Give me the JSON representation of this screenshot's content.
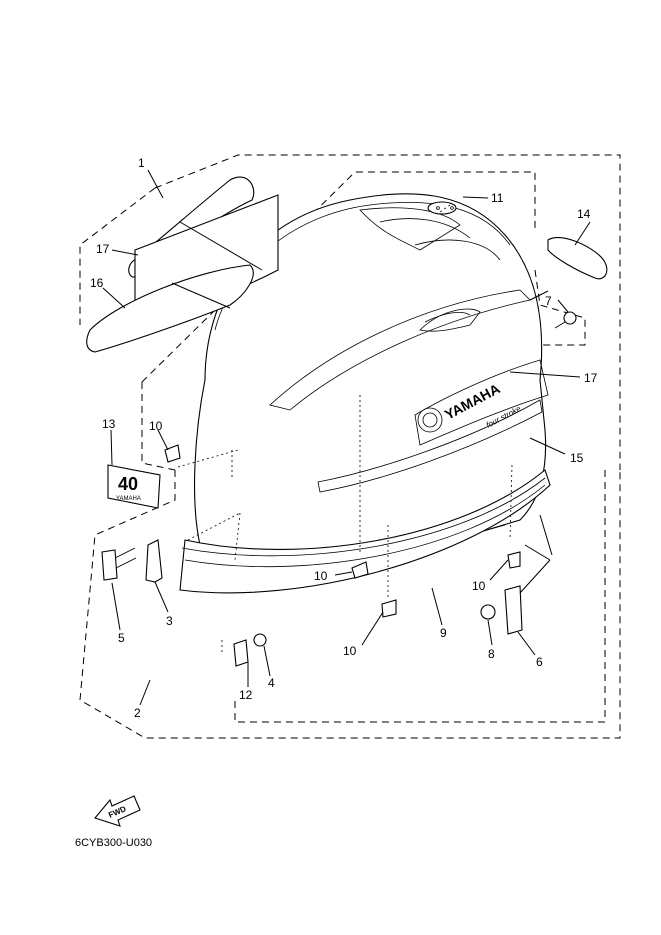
{
  "diagram": {
    "callouts": [
      {
        "id": "c1",
        "label": "1"
      },
      {
        "id": "c2",
        "label": "2"
      },
      {
        "id": "c3",
        "label": "3"
      },
      {
        "id": "c4",
        "label": "4"
      },
      {
        "id": "c5",
        "label": "5"
      },
      {
        "id": "c6",
        "label": "6"
      },
      {
        "id": "c7",
        "label": "7"
      },
      {
        "id": "c8",
        "label": "8"
      },
      {
        "id": "c9",
        "label": "9"
      },
      {
        "id": "c10a",
        "label": "10"
      },
      {
        "id": "c10b",
        "label": "10"
      },
      {
        "id": "c10c",
        "label": "10"
      },
      {
        "id": "c10d",
        "label": "10"
      },
      {
        "id": "c11",
        "label": "11"
      },
      {
        "id": "c12",
        "label": "12"
      },
      {
        "id": "c13",
        "label": "13"
      },
      {
        "id": "c14",
        "label": "14"
      },
      {
        "id": "c15",
        "label": "15"
      },
      {
        "id": "c16",
        "label": "16"
      },
      {
        "id": "c17a",
        "label": "17"
      },
      {
        "id": "c17b",
        "label": "17"
      }
    ],
    "decals": {
      "brand": "YAMAHA",
      "subtitle": "four stroke",
      "badge_number": "40",
      "badge_brand": "YAMAHA"
    },
    "fwd_label": "FWD",
    "figure_code": "6CYB300-U030"
  }
}
